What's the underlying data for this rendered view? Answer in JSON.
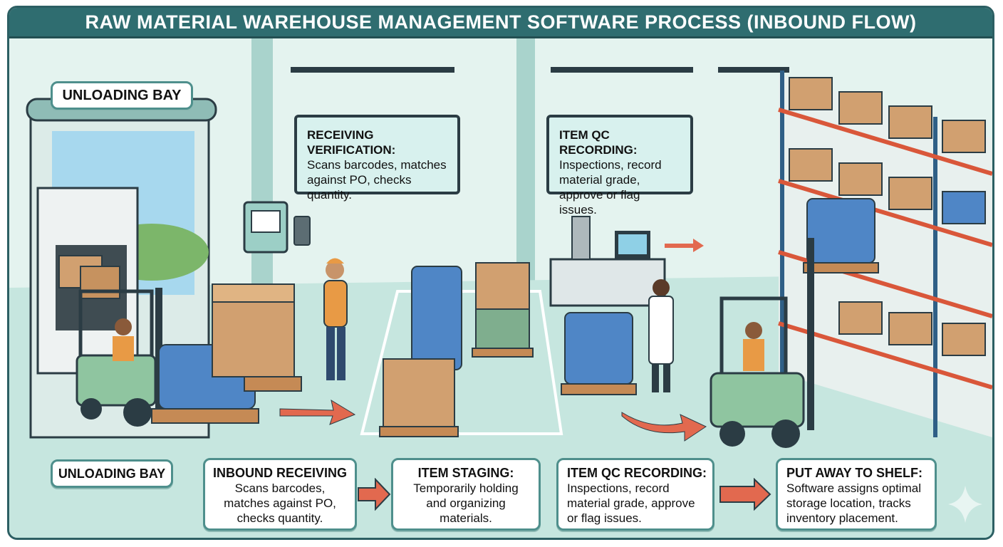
{
  "title": "RAW MATERIAL WAREHOUSE MANAGEMENT SOFTWARE PROCESS (INBOUND FLOW)",
  "scene_labels": {
    "unloading_bay": "UNLOADING BAY",
    "receiving_screen": {
      "heading": "RECEIVING VERIFICATION:",
      "body": "Scans barcodes, matches against PO, checks quantity."
    },
    "qc_screen": {
      "heading": "ITEM QC RECORDING:",
      "body": "Inspections, record material grade, approve or flag issues."
    }
  },
  "steps": [
    {
      "heading": "UNLOADING BAY",
      "body": ""
    },
    {
      "heading": "INBOUND RECEIVING",
      "body": "Scans barcodes, matches against PO, checks quantity."
    },
    {
      "heading": "ITEM STAGING:",
      "body": "Temporarily holding and organizing materials."
    },
    {
      "heading": "ITEM QC RECORDING:",
      "body": "Inspections, record material grade, approve or flag issues."
    },
    {
      "heading": "PUT AWAY TO SHELF:",
      "body": "Software assigns optimal storage location, tracks inventory placement."
    }
  ],
  "colors": {
    "title_bar": "#2f6d70",
    "arrow": "#e2694f",
    "box": "#d1a070",
    "bag": "#4f86c6",
    "shelf": "#d9573a"
  }
}
